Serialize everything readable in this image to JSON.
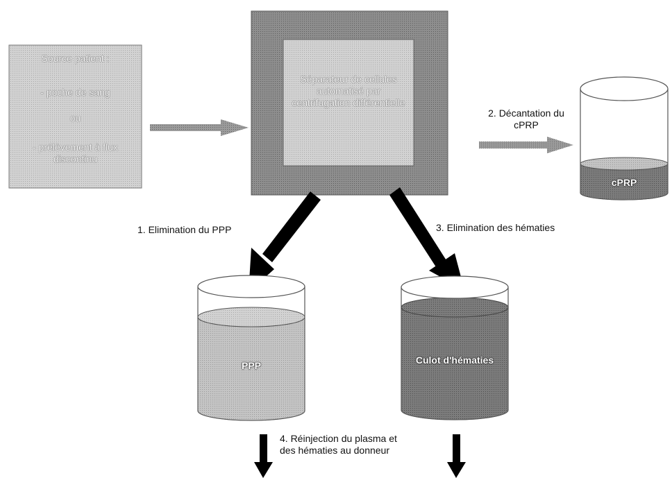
{
  "source": {
    "title": "Source patient :",
    "line1": "- poche de sang",
    "line2": "ou",
    "line3": "- prélèvement à flux discontinu"
  },
  "separator": {
    "text": "Séparateur de cellules automatisé par centrifugation différentielle"
  },
  "labels": {
    "decantation": "2. Décantation du cPRP",
    "elimination_ppp": "1. Elimination du PPP",
    "elimination_hematies": "3. Elimination des hématies",
    "reinjection": "4. Réinjection du plasma et des hématies au donneur"
  },
  "containers": {
    "cprp": "cPRP",
    "ppp": "PPP",
    "culot": "Culot d'hématies"
  },
  "colors": {
    "box_fill": "#c8c8c8",
    "outer_fill": "#8c8c8c",
    "arrow": "#000000",
    "arrow_gray": "#888888",
    "ppp_liquid": "#bdbdbd",
    "culot_liquid": "#7a7a7a",
    "cprp_liquid": "#9a9a9a"
  }
}
